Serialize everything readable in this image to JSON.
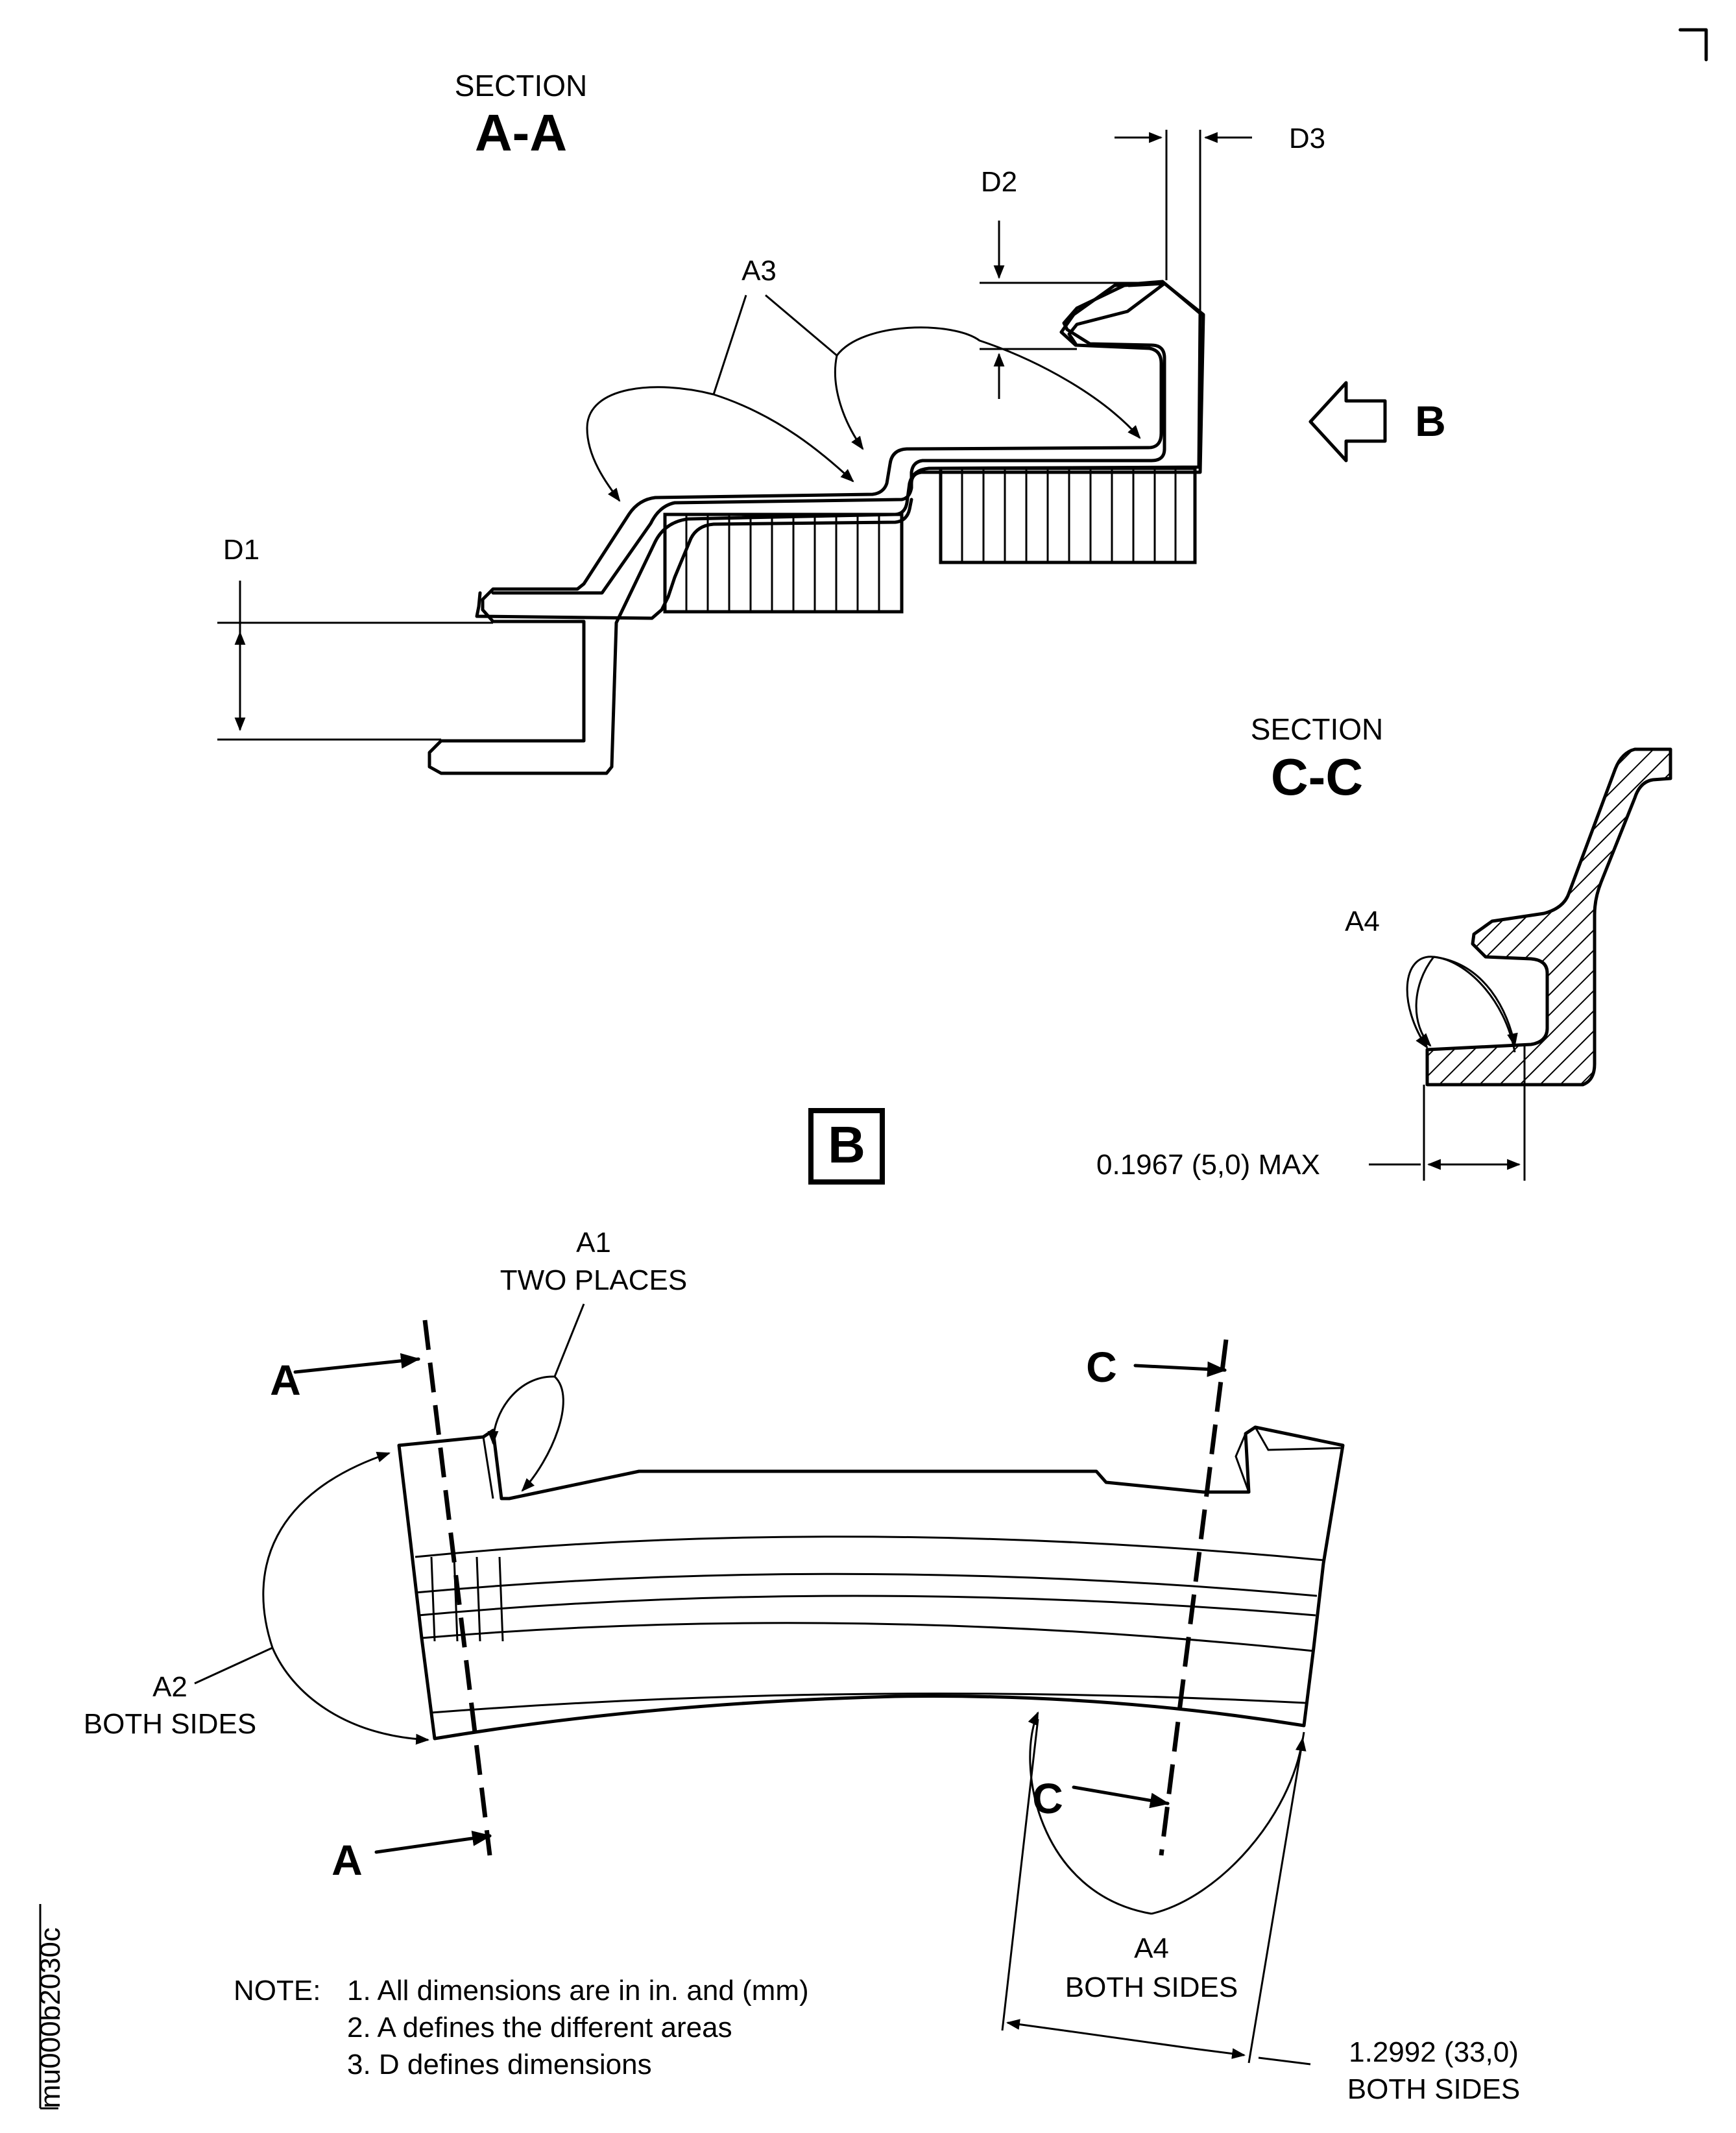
{
  "section_aa": {
    "word": "SECTION",
    "id": "A-A"
  },
  "section_cc": {
    "word": "SECTION",
    "id": "C-C"
  },
  "view_b": {
    "arrow_label": "B",
    "box_label": "B"
  },
  "dimensions": {
    "d1": "D1",
    "d2": "D2",
    "d3": "D3"
  },
  "areas": {
    "a1": "A1",
    "a1_note": "TWO PLACES",
    "a2": "A2",
    "a2_note": "BOTH SIDES",
    "a3": "A3",
    "a4_section": "A4",
    "a4": "A4",
    "a4_note": "BOTH SIDES"
  },
  "cut_marks": {
    "a_top": "A",
    "a_bottom": "A",
    "c_top": "C",
    "c_bottom": "C"
  },
  "measurements": {
    "max_width": "0.1967 (5,0) MAX",
    "length": "1.2992 (33,0)",
    "length_note": "BOTH SIDES"
  },
  "notes": {
    "heading": "NOTE:",
    "items": [
      "1. All dimensions are in in. and (mm)",
      "2. A defines the different areas",
      "3. D defines dimensions"
    ]
  },
  "drawing_id": "mu000b2030c"
}
